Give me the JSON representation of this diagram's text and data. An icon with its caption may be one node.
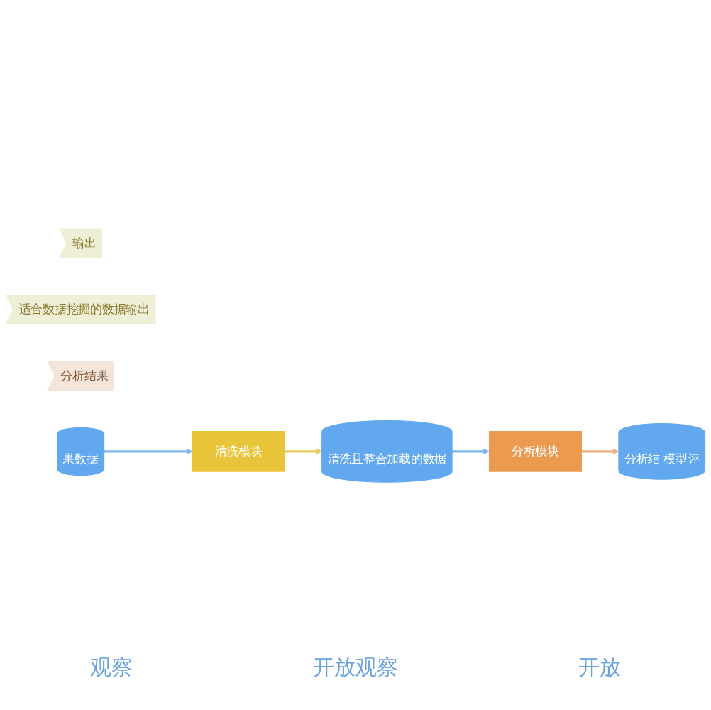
{
  "diagram": {
    "nodes": [
      {
        "text": [
          "输出"
        ]
      },
      {
        "text": [
          "清洗模块"
        ]
      },
      {
        "text": [
          "适合数据挖掘的数据输出"
        ]
      },
      {
        "text": [
          "分析模块"
        ]
      },
      {
        "text": [
          "分析结果"
        ]
      },
      {
        "text": [
          "果数据"
        ]
      },
      {
        "text": [
          "清洗且整合加载的数据"
        ]
      },
      {
        "text": [
          "分析结 模型评"
        ]
      }
    ],
    "labels": [
      "观察",
      "开放观察",
      "开放"
    ],
    "edges": [
      {
        "from": 5,
        "to": 1,
        "arrow": "to",
        "color": "#7fb6ef"
      },
      {
        "from": 1,
        "to": 6,
        "arrow": "to",
        "color": "#e8cc5a"
      },
      {
        "from": 6,
        "to": 3,
        "arrow": "to",
        "color": "#7fb6ef"
      },
      {
        "from": 3,
        "to": 7,
        "arrow": "to",
        "color": "#eeae80"
      }
    ]
  }
}
